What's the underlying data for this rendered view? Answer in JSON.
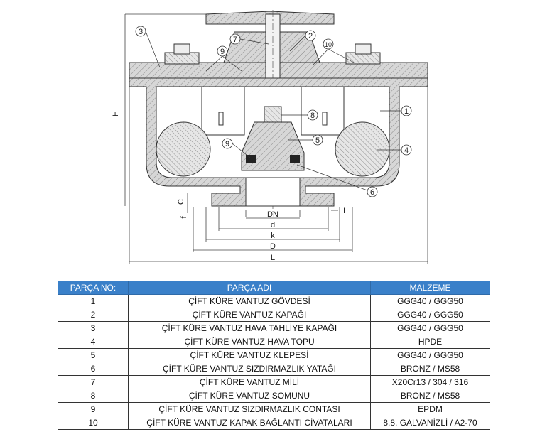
{
  "drawing": {
    "callouts": [
      "1",
      "2",
      "3",
      "4",
      "5",
      "6",
      "7",
      "8",
      "9",
      "9",
      "10"
    ],
    "dimensions": {
      "H": "H",
      "C": "C",
      "f": "f",
      "I": "I",
      "DN": "DN",
      "d": "d",
      "k": "k",
      "D": "D",
      "L": "L"
    }
  },
  "table": {
    "header": {
      "no": "PARÇA NO:",
      "name": "PARÇA ADI",
      "material": "MALZEME"
    },
    "rows": [
      {
        "no": "1",
        "name": "ÇİFT KÜRE VANTUZ GÖVDESİ",
        "material": "GGG40 / GGG50"
      },
      {
        "no": "2",
        "name": "ÇİFT KÜRE VANTUZ KAPAĞI",
        "material": "GGG40 / GGG50"
      },
      {
        "no": "3",
        "name": "ÇİFT KÜRE VANTUZ HAVA TAHLİYE KAPAĞI",
        "material": "GGG40 / GGG50"
      },
      {
        "no": "4",
        "name": "ÇİFT KÜRE VANTUZ HAVA TOPU",
        "material": "HPDE"
      },
      {
        "no": "5",
        "name": "ÇİFT KÜRE VANTUZ KLEPESİ",
        "material": "GGG40 / GGG50"
      },
      {
        "no": "6",
        "name": "ÇİFT KÜRE VANTUZ SIZDIRMAZLIK YATAĞI",
        "material": "BRONZ / MS58"
      },
      {
        "no": "7",
        "name": "ÇİFT KÜRE VANTUZ MİLİ",
        "material": "X20Cr13 / 304 / 316"
      },
      {
        "no": "8",
        "name": "ÇİFT KÜRE VANTUZ SOMUNU",
        "material": "BRONZ / MS58"
      },
      {
        "no": "9",
        "name": "ÇİFT KÜRE VANTUZ SIZDIRMAZLIK CONTASI",
        "material": "EPDM"
      },
      {
        "no": "10",
        "name": "ÇİFT KÜRE VANTUZ KAPAK BAĞLANTI CİVATALARI",
        "material": "8.8. GALVANİZLİ / A2-70"
      }
    ]
  }
}
